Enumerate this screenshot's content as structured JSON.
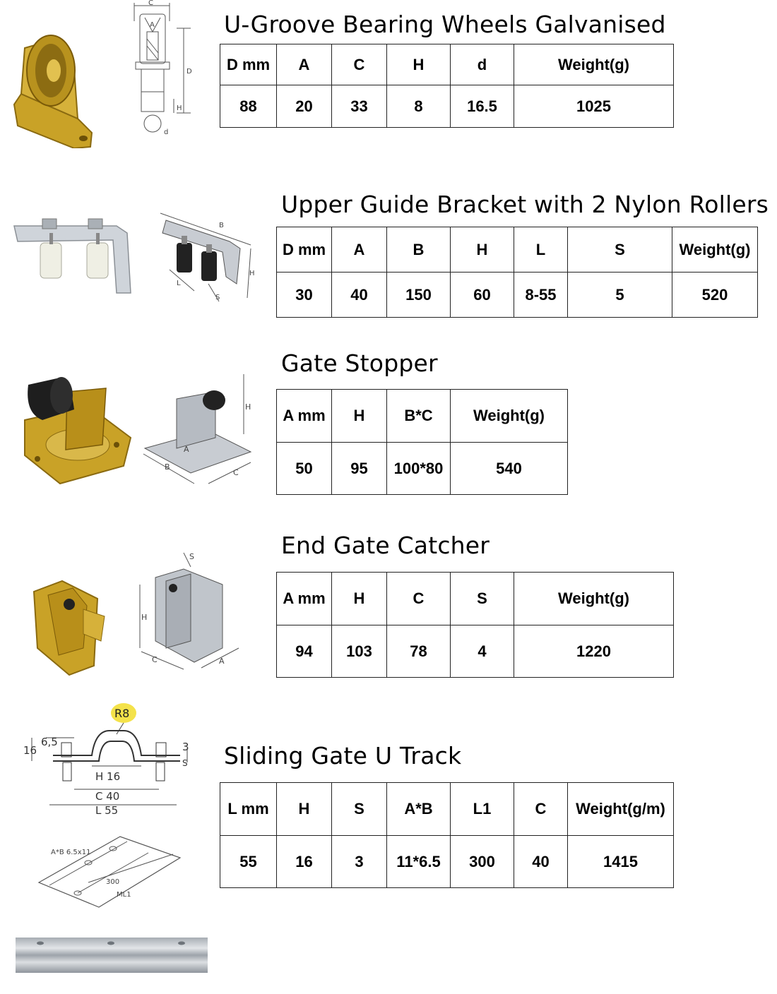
{
  "products": [
    {
      "title": "U-Groove Bearing Wheels Galvanised",
      "headers": [
        "D mm",
        "A",
        "C",
        "H",
        "d",
        "Weight(g)"
      ],
      "values": [
        "88",
        "20",
        "33",
        "8",
        "16.5",
        "1025"
      ],
      "photo_icon": "u-groove-wheel-photo",
      "drawing_icon": "u-groove-wheel-drawing",
      "drawing_labels": [
        "C",
        "A",
        "D",
        "H",
        "d"
      ]
    },
    {
      "title": "Upper Guide Bracket with 2 Nylon Rollers",
      "headers": [
        "D mm",
        "A",
        "B",
        "H",
        "L",
        "S",
        "Weight(g)"
      ],
      "values": [
        "30",
        "40",
        "150",
        "60",
        "8-55",
        "5",
        "520"
      ],
      "photo_icon": "guide-bracket-photo",
      "drawing_icon": "guide-bracket-drawing",
      "drawing_labels": [
        "B",
        "H",
        "L",
        "S"
      ]
    },
    {
      "title": "Gate Stopper",
      "headers": [
        "A mm",
        "H",
        "B*C",
        "Weight(g)"
      ],
      "values": [
        "50",
        "95",
        "100*80",
        "540"
      ],
      "photo_icon": "gate-stopper-photo",
      "drawing_icon": "gate-stopper-drawing",
      "drawing_labels": [
        "H",
        "A",
        "B",
        "C"
      ]
    },
    {
      "title": "End Gate Catcher",
      "headers": [
        "A mm",
        "H",
        "C",
        "S",
        "Weight(g)"
      ],
      "values": [
        "94",
        "103",
        "78",
        "4",
        "1220"
      ],
      "photo_icon": "end-gate-catcher-photo",
      "drawing_icon": "end-gate-catcher-drawing",
      "drawing_labels": [
        "S",
        "H",
        "C",
        "A"
      ]
    },
    {
      "title": "Sliding Gate U Track",
      "headers": [
        "L mm",
        "H",
        "S",
        "A*B",
        "L1",
        "C",
        "Weight(g/m)"
      ],
      "values": [
        "55",
        "16",
        "3",
        "11*6.5",
        "300",
        "40",
        "1415"
      ],
      "photo_icon": "u-track-photo",
      "drawing_icon": "u-track-drawing",
      "drawing_labels": [
        "R8",
        "6,5",
        "16",
        "3",
        "S",
        "H 16",
        "C 40",
        "L 55",
        "A*B 6.5x11",
        "300",
        "ML1"
      ]
    }
  ],
  "colors": {
    "brass": "#c9a227",
    "brass_dark": "#8a6a10",
    "zinc": "#c7ccd2",
    "rubber": "#222222",
    "nylon": "#eeeee2",
    "table_border": "#222222"
  }
}
